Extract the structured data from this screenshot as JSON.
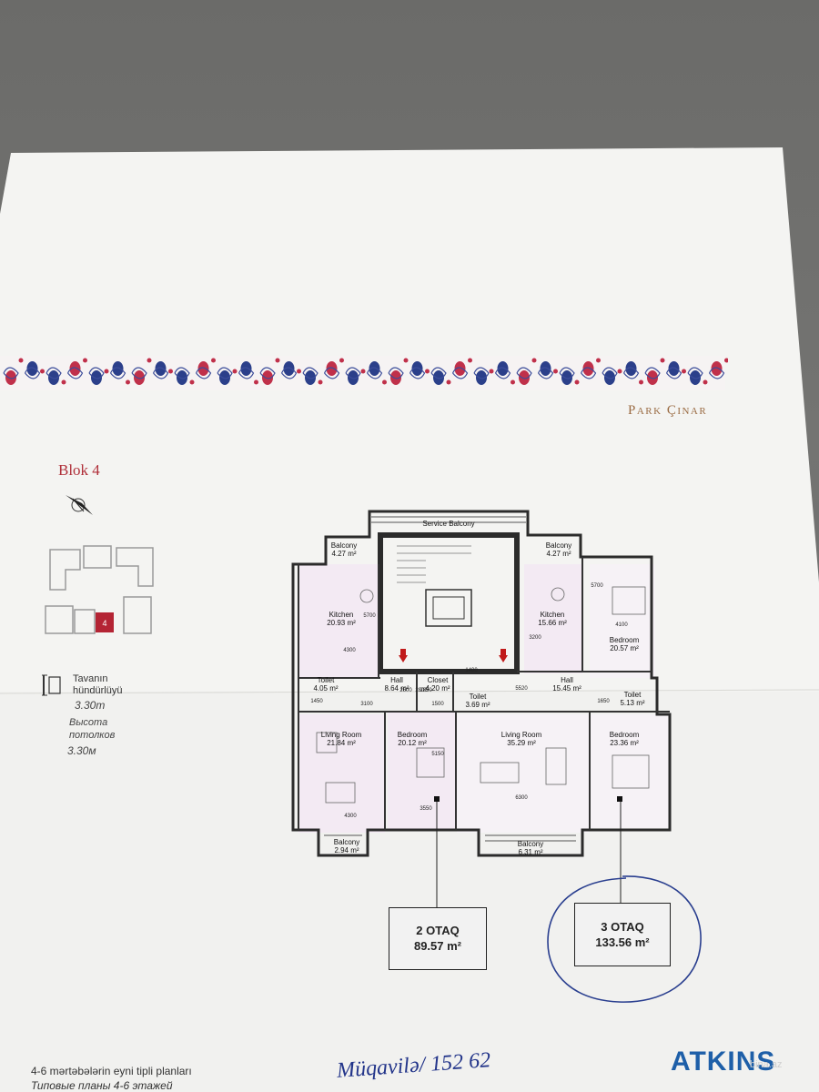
{
  "brand": "Park Çinar",
  "block": "Blok 4",
  "block_marker": "4",
  "ceiling": {
    "label_az_1": "Tavanın",
    "label_az_2": "hündürlüyü",
    "value_az": "3.30m",
    "label_ru_1": "Высота",
    "label_ru_2": "потолков",
    "value_ru": "3.30м"
  },
  "plan": {
    "rooms": [
      {
        "name": "Service Balcony",
        "area": ""
      },
      {
        "name": "Balcony",
        "area": "4.27 m²"
      },
      {
        "name": "Balcony",
        "area": "4.27 m²"
      },
      {
        "name": "Kitchen",
        "area": "20.93 m²"
      },
      {
        "name": "Kitchen",
        "area": "15.66 m²"
      },
      {
        "name": "Bedroom",
        "area": "20.57 m²"
      },
      {
        "name": "Toilet",
        "area": "4.05 m²"
      },
      {
        "name": "Hall",
        "area": "8.64 m²"
      },
      {
        "name": "Closet",
        "area": "4.20 m²"
      },
      {
        "name": "Toilet",
        "area": "3.69 m²"
      },
      {
        "name": "Hall",
        "area": "15.45 m²"
      },
      {
        "name": "Toilet",
        "area": "5.13 m²"
      },
      {
        "name": "Living Room",
        "area": "21.84 m²"
      },
      {
        "name": "Bedroom",
        "area": "20.12 m²"
      },
      {
        "name": "Living Room",
        "area": "35.29 m²"
      },
      {
        "name": "Bedroom",
        "area": "23.36 m²"
      },
      {
        "name": "Balcony",
        "area": "2.94 m²"
      },
      {
        "name": "Balcony",
        "area": "6.31 m²"
      }
    ],
    "dimensions": [
      "5700",
      "4300",
      "3100",
      "1500",
      "2800",
      "3200",
      "5520",
      "4100",
      "5700",
      "6300",
      "3550",
      "4300",
      "1450",
      "1400",
      "1650",
      "5150",
      "2850",
      "2600"
    ]
  },
  "units": [
    {
      "rooms": "2 OTAQ",
      "area": "89.57 m²"
    },
    {
      "rooms": "3 OTAQ",
      "area": "133.56 m²"
    }
  ],
  "footer": {
    "az": "4-6 mərtəbələrin eyni tipli planları",
    "ru": "Типовые планы 4-6 этажей",
    "handwriting": "Müqavilə/ 152 62",
    "logo": "ATKINS",
    "watermark": "bina.az"
  }
}
